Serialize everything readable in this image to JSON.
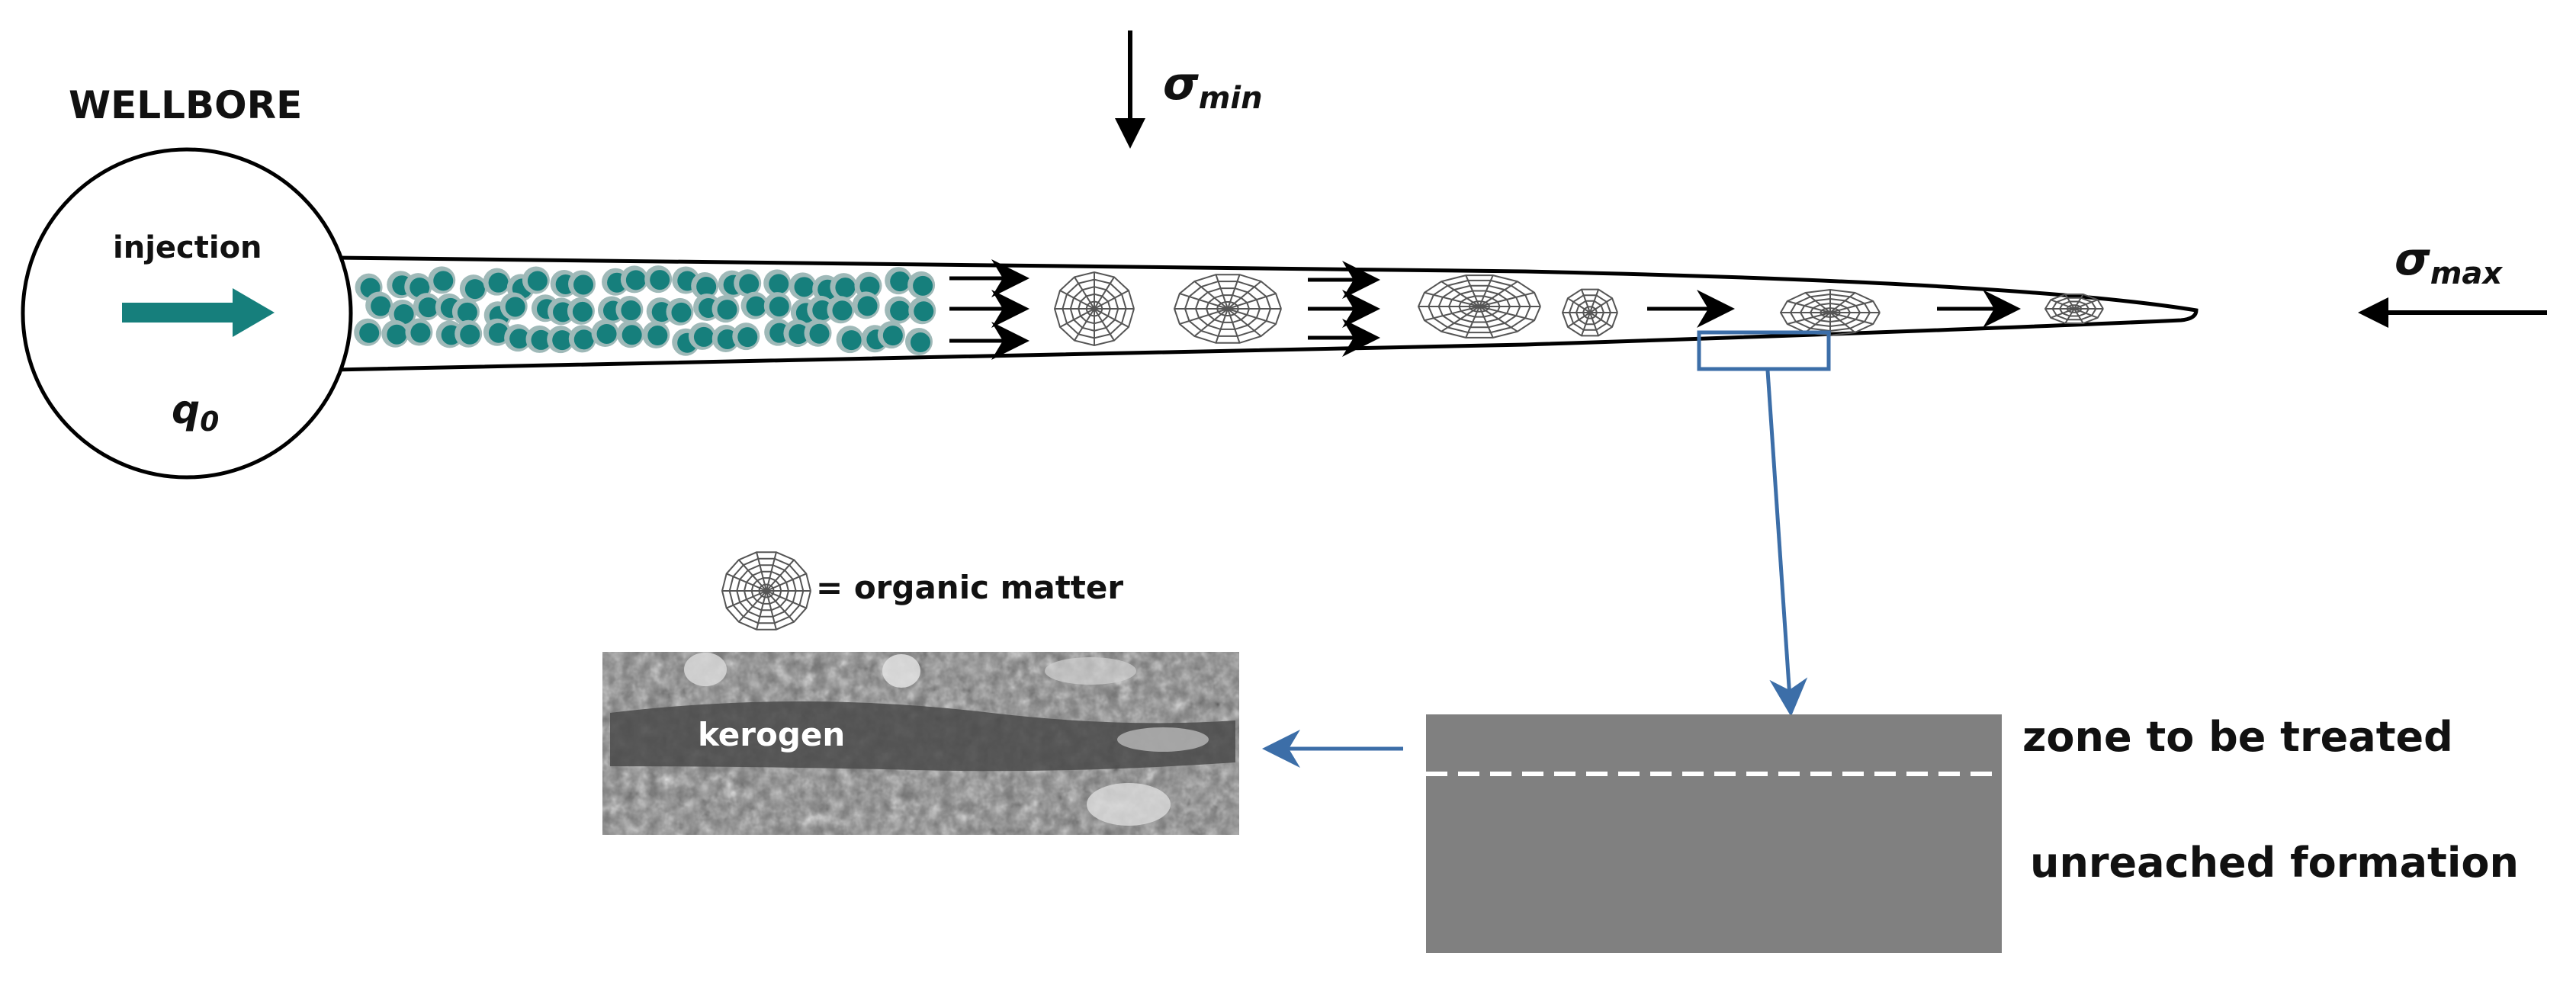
{
  "labels": {
    "wellbore": "WELLBORE",
    "injection": "injection",
    "q_symbol": "q",
    "q_sub": "0",
    "sigma_symbol": "σ",
    "sigma_min_sub": "min",
    "sigma_max_sub": "max",
    "legend_text": "= organic matter",
    "kerogen": "kerogen",
    "zone_treated": "zone to be treated",
    "unreached": "unreached formation"
  },
  "colors": {
    "proppant_fill": "#167f7c",
    "proppant_halo": "#9fb9b8",
    "injection_arrow": "#167f7c",
    "callout": "#3c6ea8",
    "formation_block": "#808080",
    "outline": "#000000"
  },
  "icons": {
    "organic_matter": "spider-web-icon",
    "flow": "right-arrow-icon"
  }
}
